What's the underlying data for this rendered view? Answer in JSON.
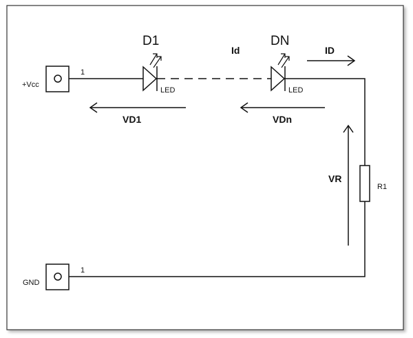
{
  "colors": {
    "line": "#111111",
    "frame": "#333333",
    "shadow": "#bdbdbd",
    "background": "#ffffff"
  },
  "connectors": {
    "vcc": {
      "label": "+Vcc",
      "pin": "1"
    },
    "gnd": {
      "label": "GND",
      "pin": "1"
    }
  },
  "led1": {
    "name": "D1",
    "type_label": "LED"
  },
  "ledn": {
    "name": "DN",
    "type_label": "LED"
  },
  "resistor": {
    "name": "R1"
  },
  "labels": {
    "id_top": "Id",
    "id_arrow": "ID",
    "vd1": "VD1",
    "vdn": "VDn",
    "vr": "VR"
  }
}
